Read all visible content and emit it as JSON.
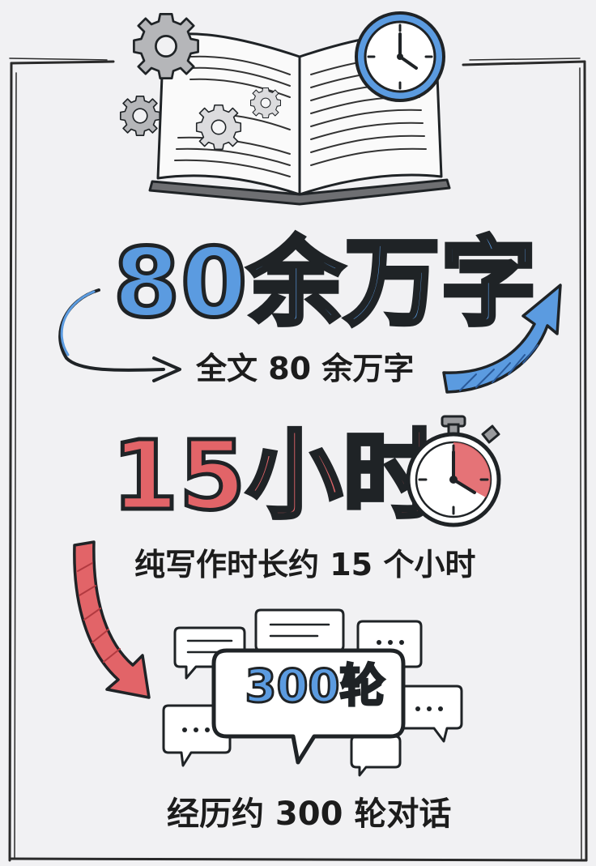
{
  "stats": {
    "words": {
      "headline": "80余万字",
      "caption": "全文 80 余万字"
    },
    "hours": {
      "headline": "15小时",
      "caption": "纯写作时长约 15 个小时"
    },
    "rounds": {
      "headline": "300轮",
      "caption": "经历约 300 轮对话"
    }
  },
  "colors": {
    "blue": "#5b9be0",
    "red": "#e26468",
    "ink": "#1f2326",
    "paper": "#f1f1f3"
  },
  "icons": [
    "book-icon",
    "gear-icon",
    "clock-icon",
    "stopwatch-icon",
    "arrow-icon",
    "speech-bubble-icon"
  ]
}
